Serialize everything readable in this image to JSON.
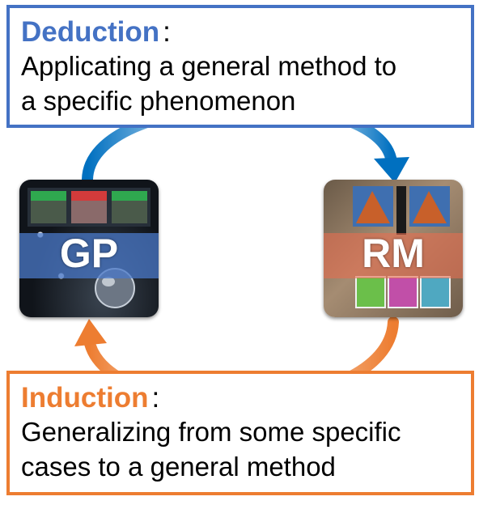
{
  "deduction": {
    "heading": "Deduction",
    "colon": ":",
    "line1": "Applicating a general method to",
    "line2": "a specific phenomenon"
  },
  "induction": {
    "heading": "Induction",
    "colon": ":",
    "line1": "Generalizing from some specific",
    "line2": "cases to a general method"
  },
  "nodes": {
    "gp_label": "GP",
    "rm_label": "RM"
  },
  "colors": {
    "deduction": "#4472c4",
    "deduction_arrow": "#0070c0",
    "induction": "#ed7d31"
  }
}
